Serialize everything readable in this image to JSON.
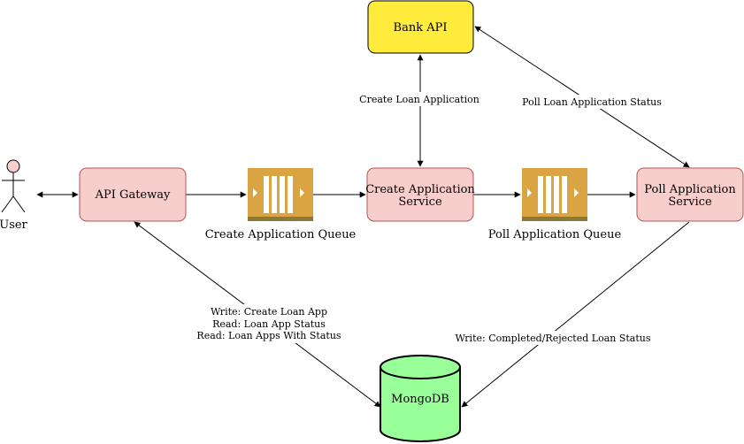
{
  "nodes": {
    "user": {
      "label": "User"
    },
    "api_gateway": {
      "label": "API Gateway"
    },
    "create_queue": {
      "label": "Create Application Queue"
    },
    "create_service": {
      "line1": "Create Application",
      "line2": "Service"
    },
    "poll_queue": {
      "label": "Poll Application Queue"
    },
    "poll_service": {
      "line1": "Poll Application",
      "line2": "Service"
    },
    "bank_api": {
      "label": "Bank API"
    },
    "mongodb": {
      "label": "MongoDB"
    }
  },
  "edges": {
    "create_loan_application": "Create Loan Application",
    "poll_loan_application_status": "Poll Loan Application Status",
    "gateway_db": [
      "Write: Create Loan App",
      "Read: Loan App Status",
      "Read: Loan Apps With Status"
    ],
    "poll_db": "Write: Completed/Rejected Loan Status"
  },
  "colors": {
    "service_fill": "#f8cecc",
    "service_stroke": "#b85450",
    "bank_fill": "#ffeb3b",
    "bank_stroke": "#000000",
    "queue_fill": "#d9a441",
    "queue_base": "#8a7a3a",
    "db_fill": "#99ff99",
    "user_head": "#f8cecc"
  }
}
